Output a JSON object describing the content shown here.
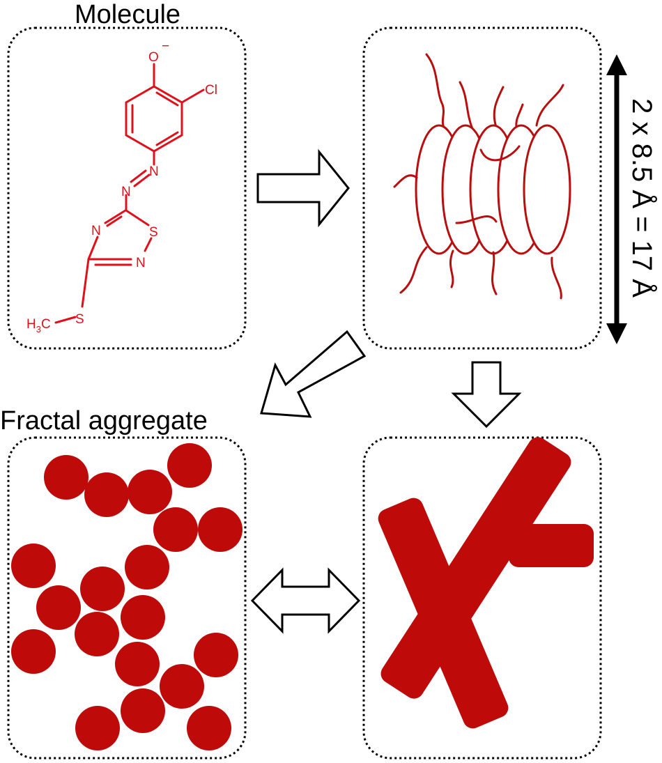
{
  "titles": {
    "molecule": "Molecule",
    "fractal": "Fractal aggregate"
  },
  "dimension_label": "2 x 8.5 Å = 17 Å",
  "atoms": {
    "oxygen": "O",
    "oxygen_charge": "−",
    "chlorine": "Cl",
    "azo_n1": "N",
    "azo_n2": "N",
    "ring_n3": "N",
    "ring_s": "S",
    "ring_n2": "N",
    "methyl_h": "H",
    "methyl_sub": "3",
    "methyl_c": "C",
    "thio_s": "S"
  },
  "colors": {
    "molecule": "#e0101a",
    "aggregate": "#bf0a0a",
    "outline": "#000000"
  }
}
